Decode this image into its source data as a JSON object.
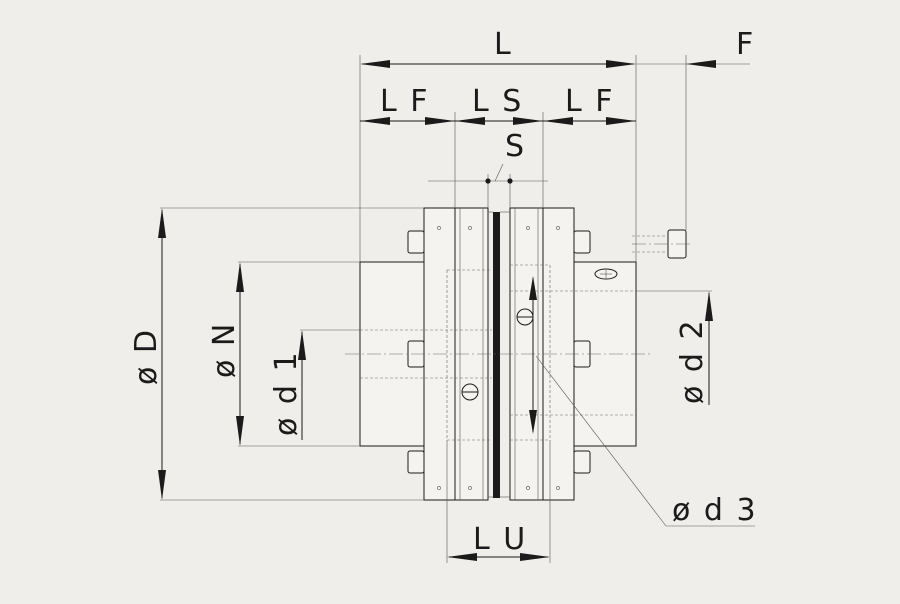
{
  "colors": {
    "background": "#efeeea",
    "ink": "#1b1b1b",
    "element": "#1b1b1b"
  },
  "labels": {
    "L": "L",
    "F": "F",
    "LF_left": "L F",
    "LS": "L S",
    "LF_right": "L F",
    "S": "S",
    "D": "ø D",
    "N": "ø N",
    "d1": "ø d 1",
    "d2": "ø d 2",
    "d3": "ø d 3",
    "LU": "L U"
  }
}
